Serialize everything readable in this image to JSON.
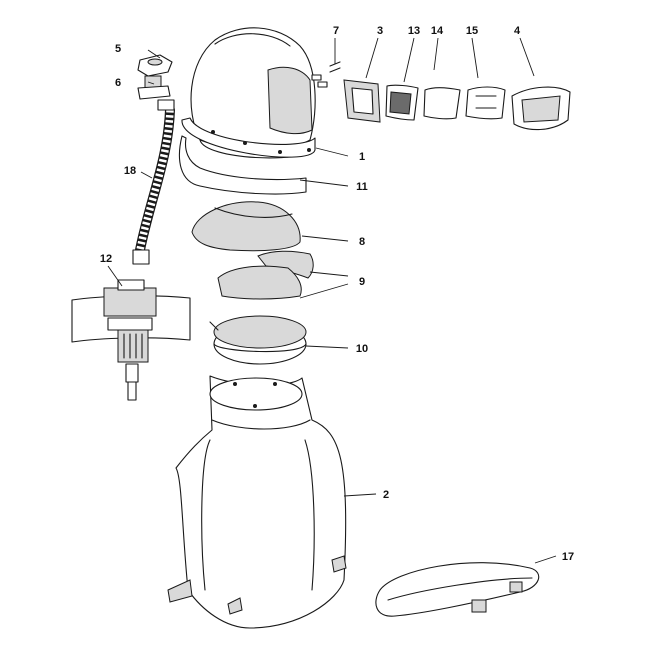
{
  "callouts": {
    "c1": "1",
    "c2": "2",
    "c3": "3",
    "c4": "4",
    "c5": "5",
    "c6": "6",
    "c7": "7",
    "c8": "8",
    "c9": "9",
    "c10": "10",
    "c11": "11",
    "c12": "12",
    "c13": "13",
    "c14": "14",
    "c15": "15",
    "c17": "17",
    "c18": "18"
  }
}
